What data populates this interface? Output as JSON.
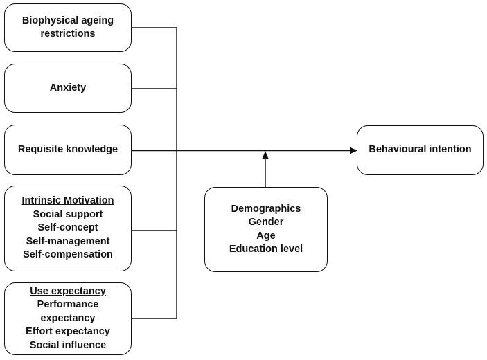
{
  "diagram": {
    "background_color": "#ffffff",
    "stroke_color": "#111111",
    "boxes": {
      "biophysical": {
        "title": "Biophysical ageing restrictions"
      },
      "anxiety": {
        "title": "Anxiety"
      },
      "requisite": {
        "title": "Requisite knowledge"
      },
      "intrinsic": {
        "title": "Intrinsic Motivation",
        "items": [
          "Social support",
          "Self-concept",
          "Self-management",
          "Self-compensation"
        ]
      },
      "use_expectancy": {
        "title": "Use expectancy",
        "items": [
          "Performance expectancy",
          "Effort expectancy",
          "Social influence"
        ]
      },
      "demographics": {
        "title": "Demographics",
        "items": [
          "Gender",
          "Age",
          "Education level"
        ]
      },
      "behavioural": {
        "title": "Behavioural intention"
      }
    },
    "relations": [
      "Biophysical ageing restrictions -> Behavioural intention",
      "Anxiety -> Behavioural intention",
      "Requisite knowledge -> Behavioural intention",
      "Intrinsic Motivation -> Behavioural intention",
      "Use expectancy -> Behavioural intention",
      "Demographics -> (moderates main path)"
    ]
  }
}
